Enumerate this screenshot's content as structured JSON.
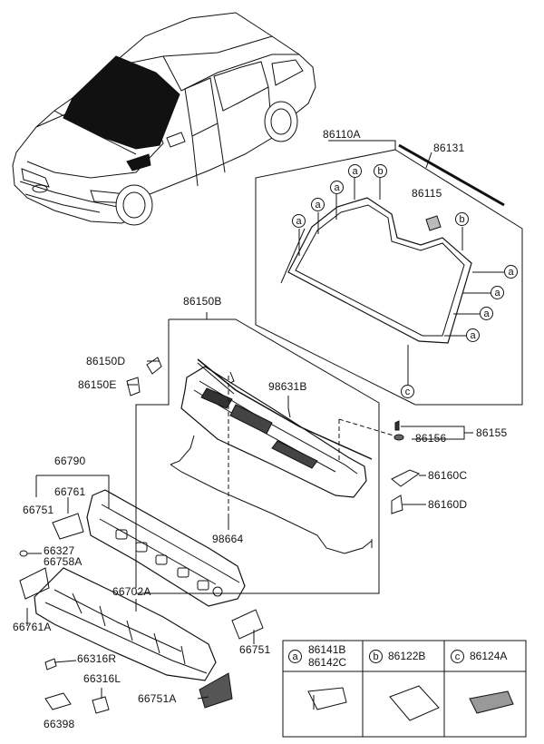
{
  "parts": {
    "p86110A": "86110A",
    "p86131": "86131",
    "p86115": "86115",
    "p86150B": "86150B",
    "p86150D": "86150D",
    "p86150E": "86150E",
    "p98631B": "98631B",
    "p86155": "86155",
    "p86156": "86156",
    "p86160C": "86160C",
    "p86160D": "86160D",
    "p98664": "98664",
    "p66790": "66790",
    "p66761": "66761",
    "p66751_left": "66751",
    "p66327": "66327",
    "p66758A": "66758A",
    "p66702A": "66702A",
    "p66761A": "66761A",
    "p66751_right": "66751",
    "p66316R": "66316R",
    "p66316L": "66316L",
    "p66751A": "66751A",
    "p66398": "66398"
  },
  "callout_letters": {
    "a": "a",
    "b": "b",
    "c": "c"
  },
  "legend": {
    "a_code_1": "86141B",
    "a_code_2": "86142C",
    "b_code": "86122B",
    "c_code": "86124A"
  }
}
